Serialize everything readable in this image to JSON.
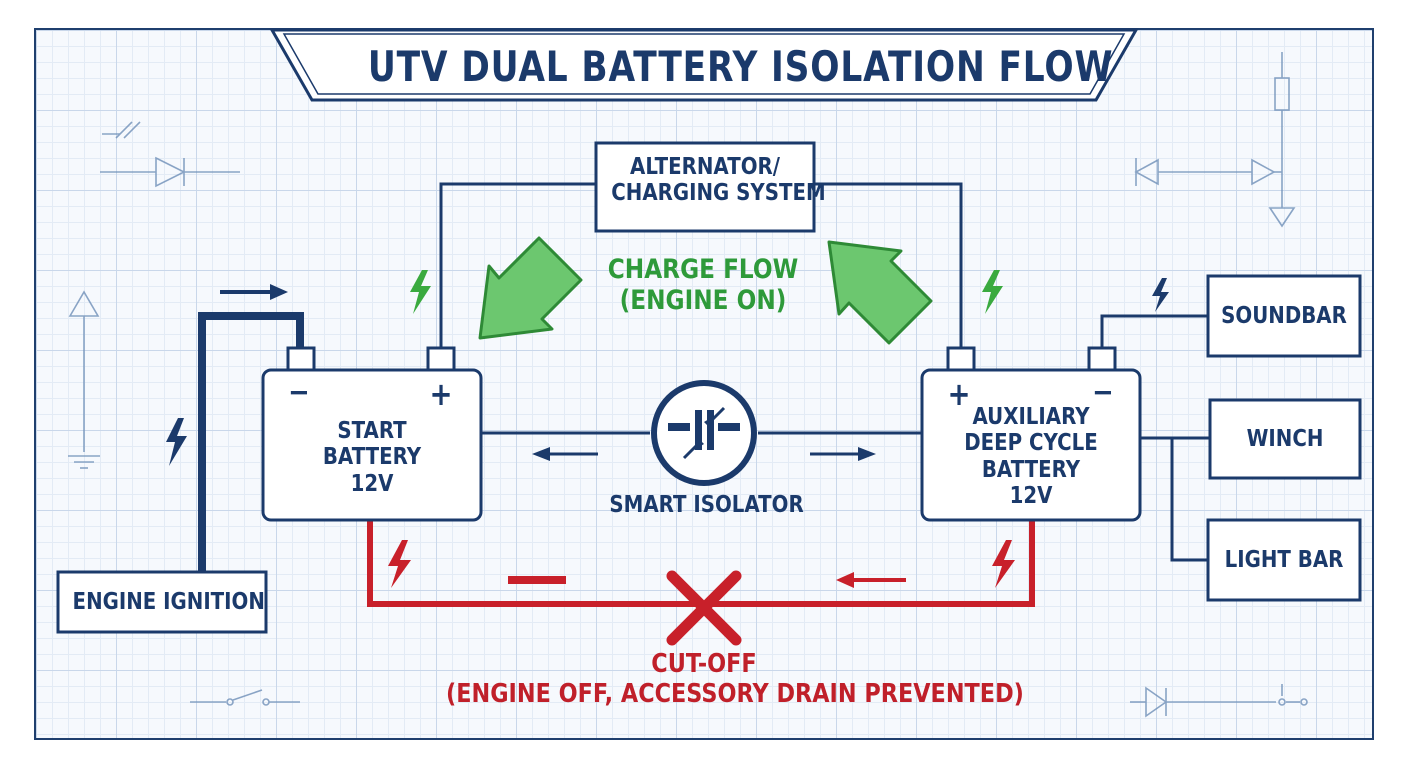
{
  "title": "UTV DUAL BATTERY ISOLATION FLOW",
  "alternator": {
    "line1": "ALTERNATOR/",
    "line2": "CHARGING SYSTEM"
  },
  "charge_flow": {
    "line1": "CHARGE FLOW",
    "line2": "(ENGINE ON)"
  },
  "start_battery": {
    "minus": "−",
    "plus": "+",
    "line1": "START",
    "line2": "BATTERY",
    "line3": "12V"
  },
  "aux_battery": {
    "minus": "−",
    "plus": "+",
    "line1": "AUXILIARY",
    "line2": "DEEP CYCLE",
    "line3": "BATTERY",
    "line4": "12V"
  },
  "isolator": {
    "label": "SMART ISOLATOR"
  },
  "ignition": {
    "label": "ENGINE IGNITION"
  },
  "accessories": {
    "soundbar": "SOUNDBAR",
    "winch": "WINCH",
    "light_bar": "LIGHT BAR"
  },
  "cutoff": {
    "line1": "CUT-OFF",
    "line2": "(ENGINE OFF, ACCESSORY DRAIN PREVENTED)"
  },
  "colors": {
    "navy": "#1b3a6b",
    "green": "#3aaa3f",
    "red": "#c8202a",
    "grid": "#c9d7ea"
  }
}
